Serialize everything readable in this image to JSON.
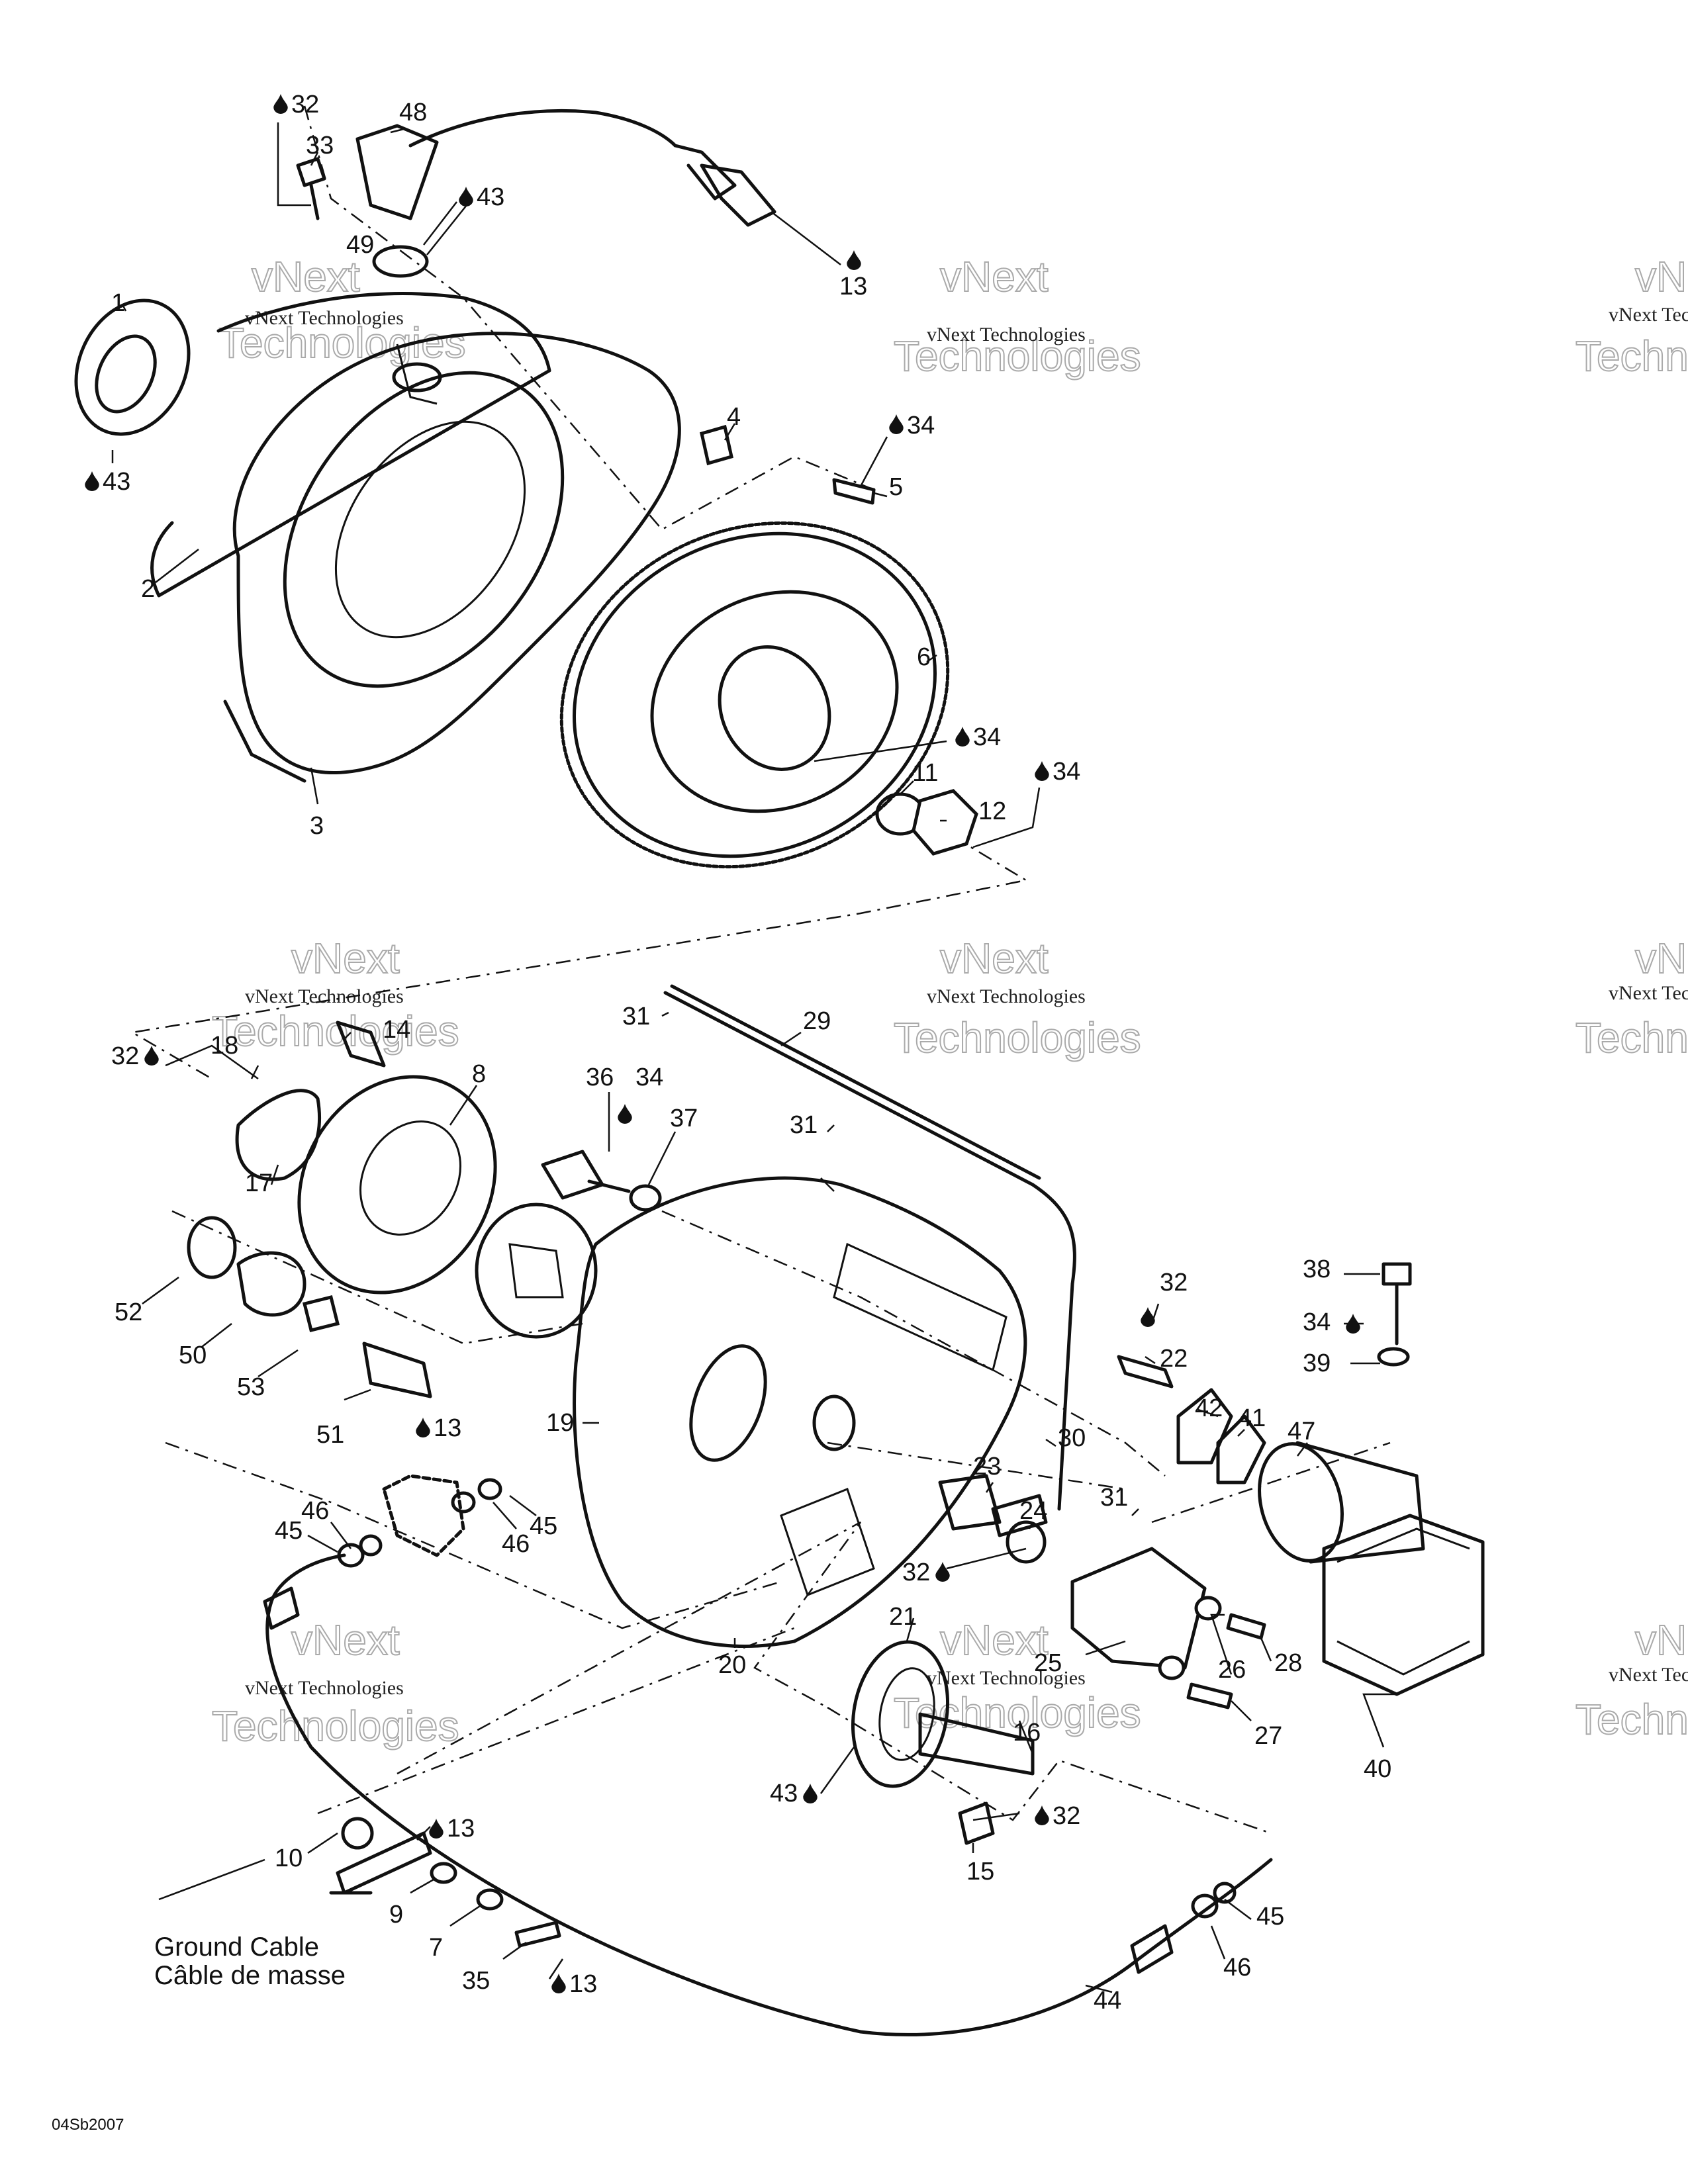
{
  "watermark": {
    "line1": "vNext Technologies",
    "line2a": "vNext",
    "line2b": "Technologies"
  },
  "ground_cable": {
    "en": "Ground Cable",
    "fr": "Câble de masse"
  },
  "diagram_code": "04Sb2007",
  "callouts": [
    {
      "id": "c32a",
      "label": "32",
      "drop": true
    },
    {
      "id": "c33",
      "label": "33",
      "drop": false
    },
    {
      "id": "c48",
      "label": "48",
      "drop": false
    },
    {
      "id": "c43a",
      "label": "43",
      "drop": true
    },
    {
      "id": "c49",
      "label": "49",
      "drop": false
    },
    {
      "id": "c13a",
      "label": "13",
      "drop": false
    },
    {
      "id": "c1",
      "label": "1",
      "drop": false
    },
    {
      "id": "c43b",
      "label": "43",
      "drop": true
    },
    {
      "id": "c2",
      "label": "2",
      "drop": false
    },
    {
      "id": "c3",
      "label": "3",
      "drop": false
    },
    {
      "id": "c4",
      "label": "4",
      "drop": false
    },
    {
      "id": "c34a",
      "label": "34",
      "drop": true
    },
    {
      "id": "c5",
      "label": "5",
      "drop": false
    },
    {
      "id": "c6",
      "label": "6",
      "drop": false
    },
    {
      "id": "c34b",
      "label": "34",
      "drop": true
    },
    {
      "id": "c11",
      "label": "11",
      "drop": false
    },
    {
      "id": "c12",
      "label": "12",
      "drop": false
    },
    {
      "id": "c34c",
      "label": "34",
      "drop": true
    },
    {
      "id": "c31a",
      "label": "31",
      "drop": false
    },
    {
      "id": "c29",
      "label": "29",
      "drop": false
    },
    {
      "id": "c14",
      "label": "14",
      "drop": false
    },
    {
      "id": "c18",
      "label": "18",
      "drop": false
    },
    {
      "id": "c32b",
      "label": "32",
      "drop": true
    },
    {
      "id": "c8",
      "label": "8",
      "drop": false
    },
    {
      "id": "c36",
      "label": "36",
      "drop": false
    },
    {
      "id": "c34d",
      "label": "34",
      "drop": true
    },
    {
      "id": "c37",
      "label": "37",
      "drop": false
    },
    {
      "id": "c31b",
      "label": "31",
      "drop": false
    },
    {
      "id": "c17",
      "label": "17",
      "drop": false
    },
    {
      "id": "c52",
      "label": "52",
      "drop": false
    },
    {
      "id": "c50",
      "label": "50",
      "drop": false
    },
    {
      "id": "c53",
      "label": "53",
      "drop": false
    },
    {
      "id": "c51",
      "label": "51",
      "drop": false
    },
    {
      "id": "c13b",
      "label": "13",
      "drop": true
    },
    {
      "id": "c32c",
      "label": "32",
      "drop": true
    },
    {
      "id": "c22",
      "label": "22",
      "drop": false
    },
    {
      "id": "c38",
      "label": "38",
      "drop": false
    },
    {
      "id": "c34e",
      "label": "34",
      "drop": true
    },
    {
      "id": "c39",
      "label": "39",
      "drop": false
    },
    {
      "id": "c42",
      "label": "42",
      "drop": false
    },
    {
      "id": "c41",
      "label": "41",
      "drop": false
    },
    {
      "id": "c47",
      "label": "47",
      "drop": false
    },
    {
      "id": "c19",
      "label": "19",
      "drop": false
    },
    {
      "id": "c30",
      "label": "30",
      "drop": false
    },
    {
      "id": "c23",
      "label": "23",
      "drop": false
    },
    {
      "id": "c24",
      "label": "24",
      "drop": false
    },
    {
      "id": "c31c",
      "label": "31",
      "drop": false
    },
    {
      "id": "c46a",
      "label": "46",
      "drop": false
    },
    {
      "id": "c45a",
      "label": "45",
      "drop": false
    },
    {
      "id": "c46b",
      "label": "46",
      "drop": false
    },
    {
      "id": "c45b",
      "label": "45",
      "drop": false
    },
    {
      "id": "c32d",
      "label": "32",
      "drop": true
    },
    {
      "id": "c20",
      "label": "20",
      "drop": false
    },
    {
      "id": "c21",
      "label": "21",
      "drop": false
    },
    {
      "id": "c25",
      "label": "25",
      "drop": false
    },
    {
      "id": "c26",
      "label": "26",
      "drop": false
    },
    {
      "id": "c28",
      "label": "28",
      "drop": false
    },
    {
      "id": "c27",
      "label": "27",
      "drop": false
    },
    {
      "id": "c16",
      "label": "16",
      "drop": false
    },
    {
      "id": "c40",
      "label": "40",
      "drop": false
    },
    {
      "id": "c43c",
      "label": "43",
      "drop": true
    },
    {
      "id": "c32e",
      "label": "32",
      "drop": true
    },
    {
      "id": "c15",
      "label": "15",
      "drop": false
    },
    {
      "id": "c13c",
      "label": "13",
      "drop": true
    },
    {
      "id": "c10",
      "label": "10",
      "drop": false
    },
    {
      "id": "c9",
      "label": "9",
      "drop": false
    },
    {
      "id": "c7",
      "label": "7",
      "drop": false
    },
    {
      "id": "c35",
      "label": "35",
      "drop": false
    },
    {
      "id": "c13d",
      "label": "13",
      "drop": true
    },
    {
      "id": "c46c",
      "label": "46",
      "drop": false
    },
    {
      "id": "c45c",
      "label": "45",
      "drop": false
    },
    {
      "id": "c44",
      "label": "44",
      "drop": false
    }
  ]
}
